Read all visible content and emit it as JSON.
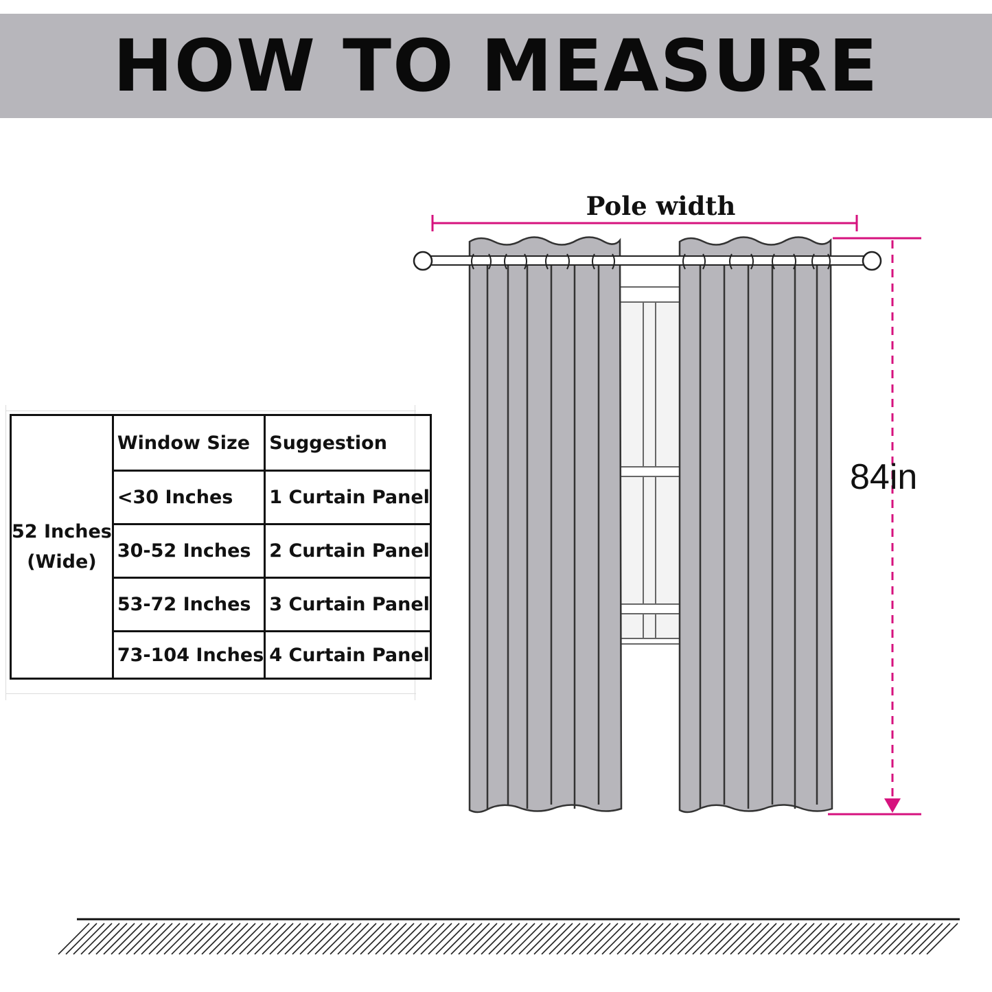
{
  "title": "HOW TO MEASURE",
  "diagram": {
    "pole_label": "Pole width",
    "length_label": "84in",
    "accent_color": "#d6127e",
    "curtain_color": "#b7b6bb"
  },
  "table": {
    "fabric_width": "52 Inches (Wide)",
    "headers": [
      "Window Size",
      "Suggestion"
    ],
    "rows": [
      {
        "size": "<30 Inches",
        "suggestion": "1 Curtain Panel"
      },
      {
        "size": "30-52 Inches",
        "suggestion": "2 Curtain Panel"
      },
      {
        "size": "53-72 Inches",
        "suggestion": "3 Curtain Panel"
      },
      {
        "size": "73-104 Inches",
        "suggestion": "4 Curtain Panel"
      }
    ]
  }
}
